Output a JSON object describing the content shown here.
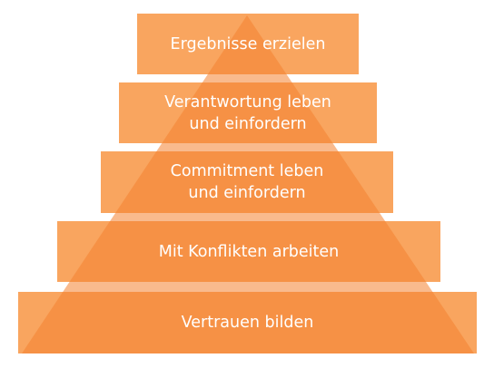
{
  "colors": {
    "box_fill": "#f9a55f",
    "triangle_fill": "#f4822f",
    "text": "#ffffff"
  },
  "pyramid": {
    "levels": [
      {
        "lines": [
          "Ergebnisse erzielen"
        ]
      },
      {
        "lines": [
          "Verantwortung leben",
          "und einfordern"
        ]
      },
      {
        "lines": [
          "Commitment leben",
          "und einfordern"
        ]
      },
      {
        "lines": [
          "Mit Konflikten arbeiten"
        ]
      },
      {
        "lines": [
          "Vertrauen bilden"
        ]
      }
    ]
  }
}
